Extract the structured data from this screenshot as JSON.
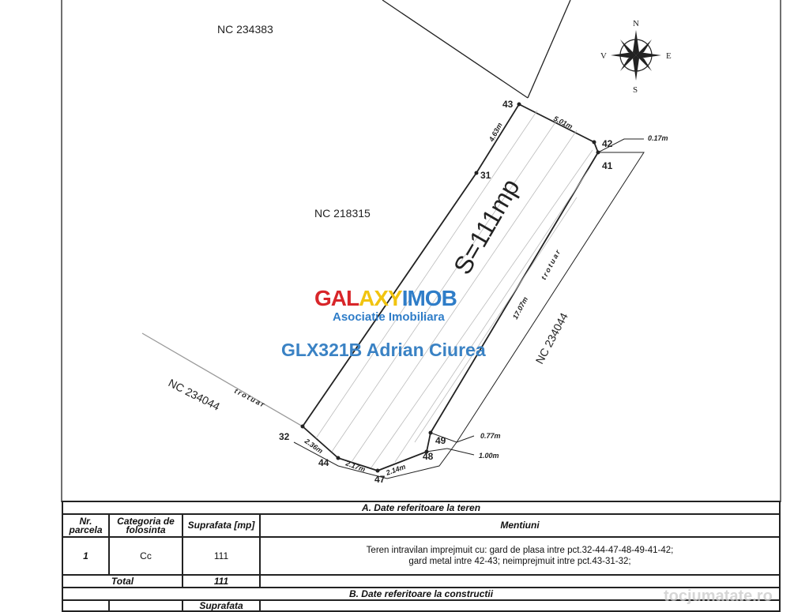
{
  "plan": {
    "neighbors": {
      "top": "NC 234383",
      "left": "NC 218315",
      "right": "NC 234044",
      "bottom_left": "NC 234044"
    },
    "area_label": "S=111mp",
    "sidewalk_label": "trotuar",
    "points": {
      "p43": "43",
      "p42": "42",
      "p41": "41",
      "p31": "31",
      "p32": "32",
      "p44": "44",
      "p47": "47",
      "p48": "48",
      "p49": "49"
    },
    "distances": {
      "d43_31": "4.63m",
      "d43_42": "5.01m",
      "d42_41": "0.17m",
      "d41_49": "17.07m",
      "d49": "0.77m",
      "d48": "1.00m",
      "d32_44": "2.36m",
      "d44_47": "2.17m",
      "d47_48": "2.14m"
    },
    "compass": {
      "n": "N",
      "s": "S",
      "e": "E",
      "v": "V"
    }
  },
  "watermark": {
    "brand_a": "GAL",
    "brand_b": "AXY",
    "brand_c": "IMOB",
    "subtitle": "Asociatie Imobiliara",
    "agent": "GLX321B Adrian Ciurea",
    "site": "tocjumatate.ro"
  },
  "table": {
    "section_a": "A. Date referitoare la teren",
    "headers": {
      "nr": "Nr. parcela",
      "cat": "Categoria de folosinta",
      "sup": "Suprafata [mp]",
      "ment": "Mentiuni"
    },
    "row": {
      "nr": "1",
      "cat": "Cc",
      "sup": "111",
      "ment1": "Teren intravilan imprejmuit cu: gard de plasa intre pct.32-44-47-48-49-41-42;",
      "ment2": "gard metal intre 42-43; neimprejmuit intre pct.43-31-32;"
    },
    "total_label": "Total",
    "total_value": "111",
    "section_b": "B. Date referitoare la constructii",
    "b_header_sup": "Suprafata"
  }
}
